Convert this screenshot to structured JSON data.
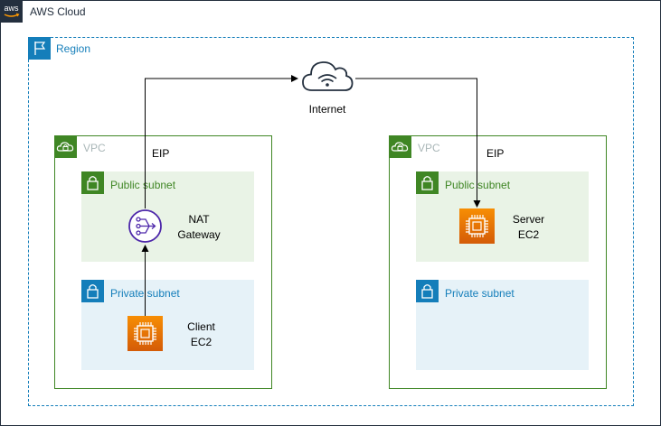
{
  "aws_cloud": {
    "title": "AWS Cloud",
    "badge_text": "aws"
  },
  "region": {
    "title": "Region"
  },
  "internet": {
    "label": "Internet"
  },
  "vpc_left": {
    "title": "VPC",
    "eip_label": "EIP",
    "public_subnet": {
      "title": "Public subnet",
      "nat": {
        "line1": "NAT",
        "line2": "Gateway"
      }
    },
    "private_subnet": {
      "title": "Private subnet",
      "client": {
        "line1": "Client",
        "line2": "EC2"
      }
    }
  },
  "vpc_right": {
    "title": "VPC",
    "eip_label": "EIP",
    "public_subnet": {
      "title": "Public subnet",
      "server": {
        "line1": "Server",
        "line2": "EC2"
      }
    },
    "private_subnet": {
      "title": "Private subnet"
    }
  },
  "colors": {
    "aws_dark": "#232f3e",
    "region_blue": "#147eba",
    "vpc_green": "#3f8624",
    "vpc_text": "#aab7b8",
    "public_fill": "#e9f3e6",
    "private_fill": "#e6f2f8",
    "nat_purple": "#4d27aa",
    "ec2_orange": "#e7680c"
  },
  "icons": {
    "cloud_badge": "aws-logo-icon",
    "region_badge": "flag-icon",
    "vpc_badge": "cloud-lock-icon",
    "subnet_badge": "padlock-icon",
    "internet": "internet-cloud-icon",
    "nat": "nat-gateway-icon",
    "ec2": "ec2-chip-icon"
  }
}
